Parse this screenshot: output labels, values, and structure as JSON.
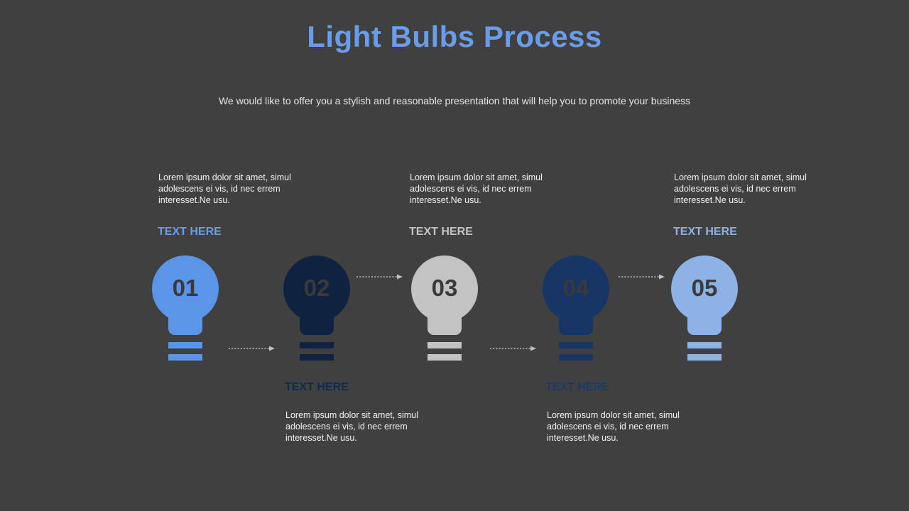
{
  "slide": {
    "title": "Light Bulbs Process",
    "subtitle": "We would like to offer you a stylish and reasonable presentation that will help you to promote your business"
  },
  "steps": [
    {
      "number": "01",
      "heading": "TEXT HERE",
      "description": "Lorem ipsum dolor sit amet, simul adolescens ei vis, id nec errem interesset.Ne usu.",
      "color": "#5b95e8",
      "heading_color": "#6a9de9"
    },
    {
      "number": "02",
      "heading": "TEXT HERE",
      "description": "Lorem ipsum dolor sit amet, simul adolescens ei vis, id nec errem interesset.Ne usu.",
      "color": "#0f2340",
      "heading_color": "#12294d"
    },
    {
      "number": "03",
      "heading": "TEXT HERE",
      "description": "Lorem ipsum dolor sit amet, simul adolescens ei vis, id nec errem interesset.Ne usu.",
      "color": "#c3c3c3",
      "heading_color": "#c3c3c3"
    },
    {
      "number": "04",
      "heading": "TEXT HERE",
      "description": "Lorem ipsum dolor sit amet, simul adolescens ei vis, id nec errem interesset.Ne usu.",
      "color": "#173565",
      "heading_color": "#1a3a6e"
    },
    {
      "number": "05",
      "heading": "TEXT HERE",
      "description": "Lorem ipsum dolor sit amet, simul adolescens ei vis, id nec errem interesset.Ne usu.",
      "color": "#8db2e6",
      "heading_color": "#8db2e6"
    }
  ],
  "connector_color": "#bfbfbf"
}
